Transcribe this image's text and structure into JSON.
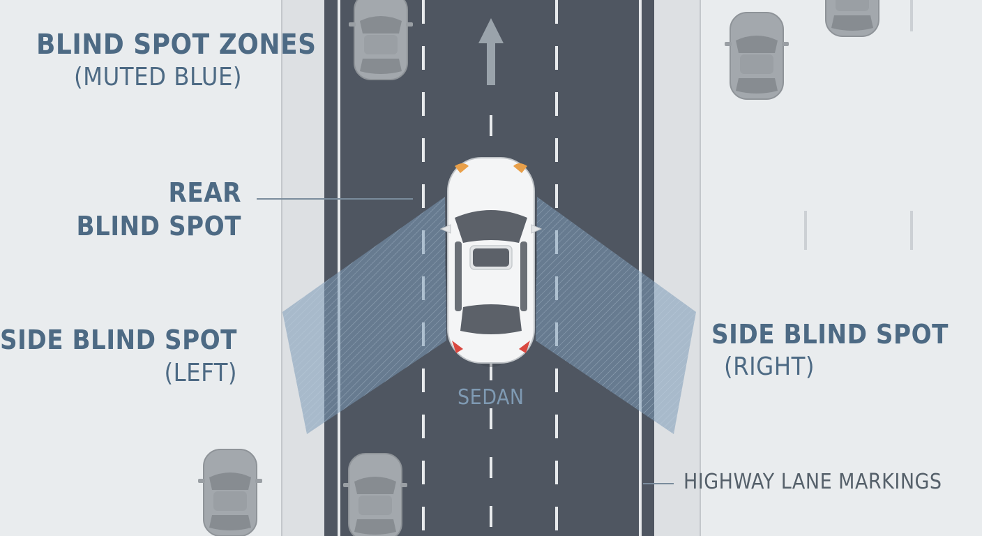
{
  "labels": {
    "title": "BLIND SPOT ZONES",
    "title_sub": "(MUTED BLUE)",
    "rear_line1": "REAR",
    "rear_line2": "BLIND SPOT",
    "side_left": "SIDE BLIND SPOT",
    "side_left_sub": "(LEFT)",
    "side_right": "SIDE BLIND SPOT",
    "side_right_sub": "(RIGHT)",
    "sedan": "SEDAN",
    "lane_markings": "HIGHWAY LANE MARKINGS"
  },
  "colors": {
    "background": "#e9ecee",
    "road": "#4f5661",
    "blind_zone": "#7b9bb8",
    "label": "#4d6a84",
    "sedan": "#f4f5f6",
    "other_cars": "#a3a8ad",
    "tail_lights": "#d9473f",
    "indicators": "#e9a04a"
  },
  "icons": [
    "direction-arrow-icon"
  ]
}
